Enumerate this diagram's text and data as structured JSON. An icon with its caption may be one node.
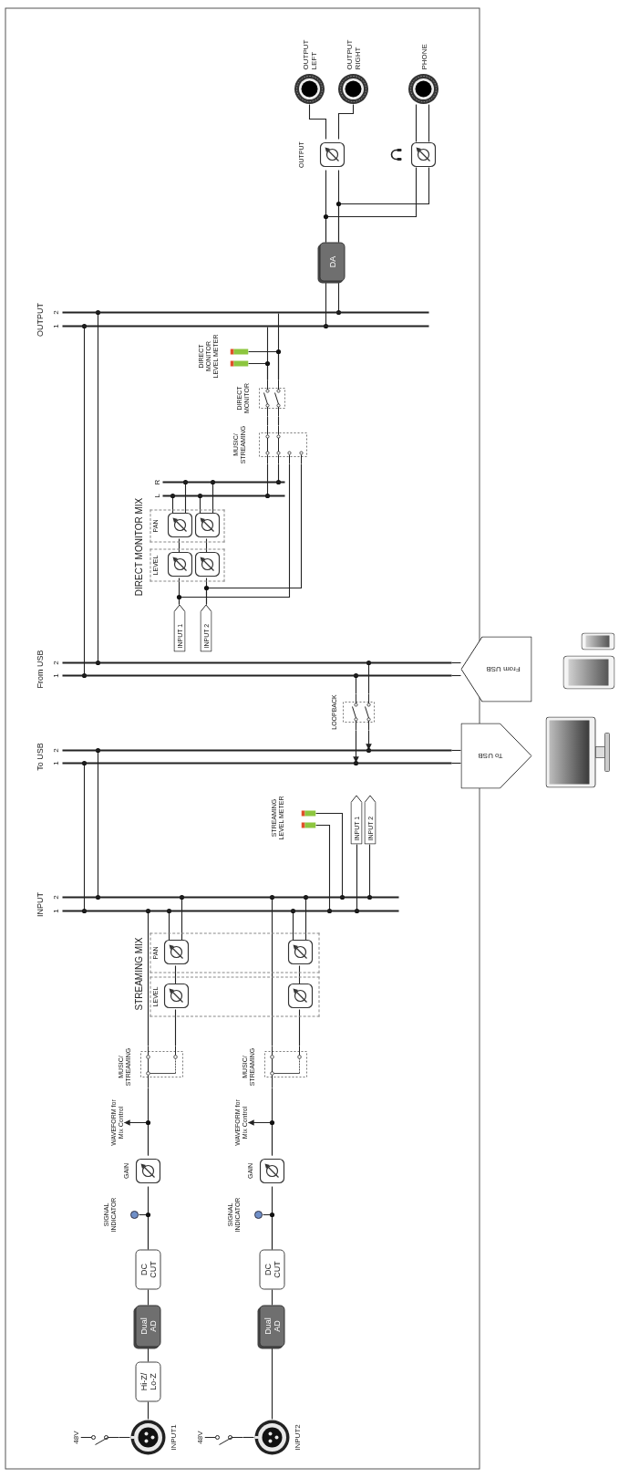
{
  "diagram": {
    "nodes": [
      {
        "text": [
          "INPUT1"
        ]
      },
      {
        "text": [
          "48V"
        ]
      },
      {
        "text": [
          "Hi-Z/ Lo-Z"
        ]
      },
      {
        "text": [
          "Dual AD"
        ]
      },
      {
        "text": [
          "DC CUT"
        ]
      },
      {
        "text": [
          "SIGNAL INDICATOR"
        ]
      },
      {
        "text": [
          "GAIN"
        ]
      },
      {
        "text": [
          "WAVEFORM for Mix Control"
        ]
      },
      {
        "text": [
          "MUSIC/ STREAMING"
        ]
      },
      {
        "text": [
          "INPUT2"
        ]
      },
      {
        "text": [
          "48V"
        ]
      },
      {
        "text": [
          "Dual AD"
        ]
      },
      {
        "text": [
          "DC CUT"
        ]
      },
      {
        "text": [
          "SIGNAL INDICATOR"
        ]
      },
      {
        "text": [
          "GAIN"
        ]
      },
      {
        "text": [
          "WAVEFORM for Mix Control"
        ]
      },
      {
        "text": [
          "MUSIC/ STREAMING"
        ]
      },
      {
        "text": [
          "LEVEL"
        ]
      },
      {
        "text": [],
        "shape": "box",
        "in": 17
      },
      {
        "text": [],
        "shape": "box",
        "in": 17
      },
      {
        "text": [
          "PAN"
        ]
      },
      {
        "text": [],
        "shape": "box",
        "in": 20
      },
      {
        "text": [],
        "shape": "box",
        "in": 20
      },
      {
        "text": [],
        "shape": "bar"
      },
      {
        "text": [],
        "shape": "bar"
      },
      {
        "text": [
          "STREAMING LEVEL METER"
        ]
      },
      {
        "text": [
          "INPUT 1"
        ]
      },
      {
        "text": [
          "INPUT 2"
        ]
      },
      {
        "text": [],
        "shape": "bar"
      },
      {
        "text": [],
        "shape": "bar"
      },
      {
        "text": [
          "To USB"
        ]
      },
      {
        "text": [
          "LOOPBACK"
        ]
      },
      {
        "text": [],
        "shape": "bar"
      },
      {
        "text": [],
        "shape": "bar"
      },
      {
        "text": [
          "From USB"
        ]
      },
      {
        "text": [
          "INPUT 1"
        ]
      },
      {
        "text": [
          "INPUT 2"
        ]
      },
      {
        "text": [
          "LEVEL"
        ]
      },
      {
        "text": [],
        "shape": "box",
        "in": 37
      },
      {
        "text": [],
        "shape": "box",
        "in": 37
      },
      {
        "text": [
          "PAN"
        ]
      },
      {
        "text": [],
        "shape": "box",
        "in": 40
      },
      {
        "text": [],
        "shape": "box",
        "in": 40
      },
      {
        "text": [],
        "shape": "bar"
      },
      {
        "text": [],
        "shape": "bar"
      },
      {
        "text": [
          "MUSIC/ STREAMING"
        ]
      },
      {
        "text": [
          "DIRECT MONITOR"
        ]
      },
      {
        "text": [
          "DIRECT MONITOR LEVEL METER"
        ]
      },
      {
        "text": [],
        "shape": "bar"
      },
      {
        "text": [],
        "shape": "bar"
      },
      {
        "text": [
          "DA"
        ]
      },
      {
        "text": [
          "OUTPUT"
        ]
      },
      {
        "text": [],
        "shape": "box"
      },
      {
        "text": [
          "OUTPUT LEFT"
        ]
      },
      {
        "text": [
          "OUTPUT RIGHT"
        ]
      },
      {
        "text": [
          "PHONE"
        ]
      }
    ],
    "edges": [
      {
        "from": 1,
        "to": 0,
        "arrow": "none"
      },
      {
        "from": 0,
        "to": 2,
        "arrow": "none"
      },
      {
        "from": 2,
        "to": 3,
        "arrow": "none"
      },
      {
        "from": 3,
        "to": 4,
        "arrow": "none"
      },
      {
        "from": 4,
        "to": 6,
        "arrow": "none"
      },
      {
        "from": 4,
        "to": 5,
        "arrow": "none"
      },
      {
        "from": 6,
        "to": 8,
        "arrow": "none"
      },
      {
        "from": 6,
        "to": 7,
        "arrow": "to"
      },
      {
        "from": 8,
        "to": 23,
        "arrow": "none"
      },
      {
        "from": 8,
        "to": 18,
        "arrow": "none"
      },
      {
        "from": 18,
        "to": 21,
        "arrow": "none"
      },
      {
        "from": 21,
        "to": 23,
        "arrow": "none"
      },
      {
        "from": 21,
        "to": 24,
        "arrow": "none"
      },
      {
        "from": 10,
        "to": 9,
        "arrow": "none"
      },
      {
        "from": 9,
        "to": 11,
        "arrow": "none"
      },
      {
        "from": 11,
        "to": 12,
        "arrow": "none"
      },
      {
        "from": 12,
        "to": 14,
        "arrow": "none"
      },
      {
        "from": 12,
        "to": 13,
        "arrow": "none"
      },
      {
        "from": 14,
        "to": 16,
        "arrow": "none"
      },
      {
        "from": 14,
        "to": 15,
        "arrow": "to"
      },
      {
        "from": 16,
        "to": 24,
        "arrow": "none"
      },
      {
        "from": 16,
        "to": 19,
        "arrow": "none"
      },
      {
        "from": 19,
        "to": 22,
        "arrow": "none"
      },
      {
        "from": 22,
        "to": 23,
        "arrow": "none"
      },
      {
        "from": 22,
        "to": 24,
        "arrow": "none"
      },
      {
        "from": 23,
        "to": 28,
        "arrow": "none"
      },
      {
        "from": 24,
        "to": 29,
        "arrow": "none"
      },
      {
        "from": 23,
        "to": 25,
        "arrow": "none"
      },
      {
        "from": 24,
        "to": 25,
        "arrow": "none"
      },
      {
        "from": 23,
        "to": 26,
        "arrow": "none"
      },
      {
        "from": 24,
        "to": 27,
        "arrow": "none"
      },
      {
        "from": 28,
        "to": 30,
        "arrow": "none"
      },
      {
        "from": 29,
        "to": 30,
        "arrow": "none"
      },
      {
        "from": 34,
        "to": 32,
        "arrow": "none"
      },
      {
        "from": 34,
        "to": 33,
        "arrow": "none"
      },
      {
        "from": 32,
        "to": 31,
        "arrow": "none"
      },
      {
        "from": 33,
        "to": 31,
        "arrow": "none"
      },
      {
        "from": 31,
        "to": 28,
        "arrow": "to"
      },
      {
        "from": 31,
        "to": 29,
        "arrow": "to"
      },
      {
        "from": 32,
        "to": 48,
        "arrow": "none"
      },
      {
        "from": 33,
        "to": 49,
        "arrow": "none"
      },
      {
        "from": 35,
        "to": 38,
        "arrow": "none"
      },
      {
        "from": 36,
        "to": 39,
        "arrow": "none"
      },
      {
        "from": 35,
        "to": 45,
        "arrow": "none"
      },
      {
        "from": 36,
        "to": 45,
        "arrow": "none"
      },
      {
        "from": 38,
        "to": 41,
        "arrow": "none"
      },
      {
        "from": 39,
        "to": 42,
        "arrow": "none"
      },
      {
        "from": 41,
        "to": 43,
        "arrow": "none"
      },
      {
        "from": 41,
        "to": 44,
        "arrow": "none"
      },
      {
        "from": 42,
        "to": 43,
        "arrow": "none"
      },
      {
        "from": 42,
        "to": 44,
        "arrow": "none"
      },
      {
        "from": 43,
        "to": 45,
        "arrow": "none"
      },
      {
        "from": 44,
        "to": 45,
        "arrow": "none"
      },
      {
        "from": 45,
        "to": 46,
        "arrow": "none"
      },
      {
        "from": 45,
        "to": 46,
        "arrow": "none"
      },
      {
        "from": 46,
        "to": 47,
        "arrow": "none"
      },
      {
        "from": 46,
        "to": 47,
        "arrow": "none"
      },
      {
        "from": 46,
        "to": 48,
        "arrow": "none"
      },
      {
        "from": 46,
        "to": 49,
        "arrow": "none"
      },
      {
        "from": 48,
        "to": 50,
        "arrow": "none"
      },
      {
        "from": 49,
        "to": 50,
        "arrow": "none"
      },
      {
        "from": 50,
        "to": 51,
        "arrow": "none"
      },
      {
        "from": 50,
        "to": 51,
        "arrow": "none"
      },
      {
        "from": 50,
        "to": 52,
        "arrow": "none"
      },
      {
        "from": 50,
        "to": 52,
        "arrow": "none"
      },
      {
        "from": 51,
        "to": 53,
        "arrow": "none"
      },
      {
        "from": 51,
        "to": 54,
        "arrow": "none"
      },
      {
        "from": 52,
        "to": 55,
        "arrow": "none"
      },
      {
        "from": 52,
        "to": 55,
        "arrow": "none"
      }
    ],
    "labels": [
      "STREAMING MIX",
      "INPUT",
      "1",
      "2",
      "To USB",
      "1",
      "2",
      "From USB",
      "1",
      "2",
      "DIRECT MONITOR MIX",
      "L",
      "R",
      "OUTPUT",
      "1",
      "2"
    ]
  }
}
